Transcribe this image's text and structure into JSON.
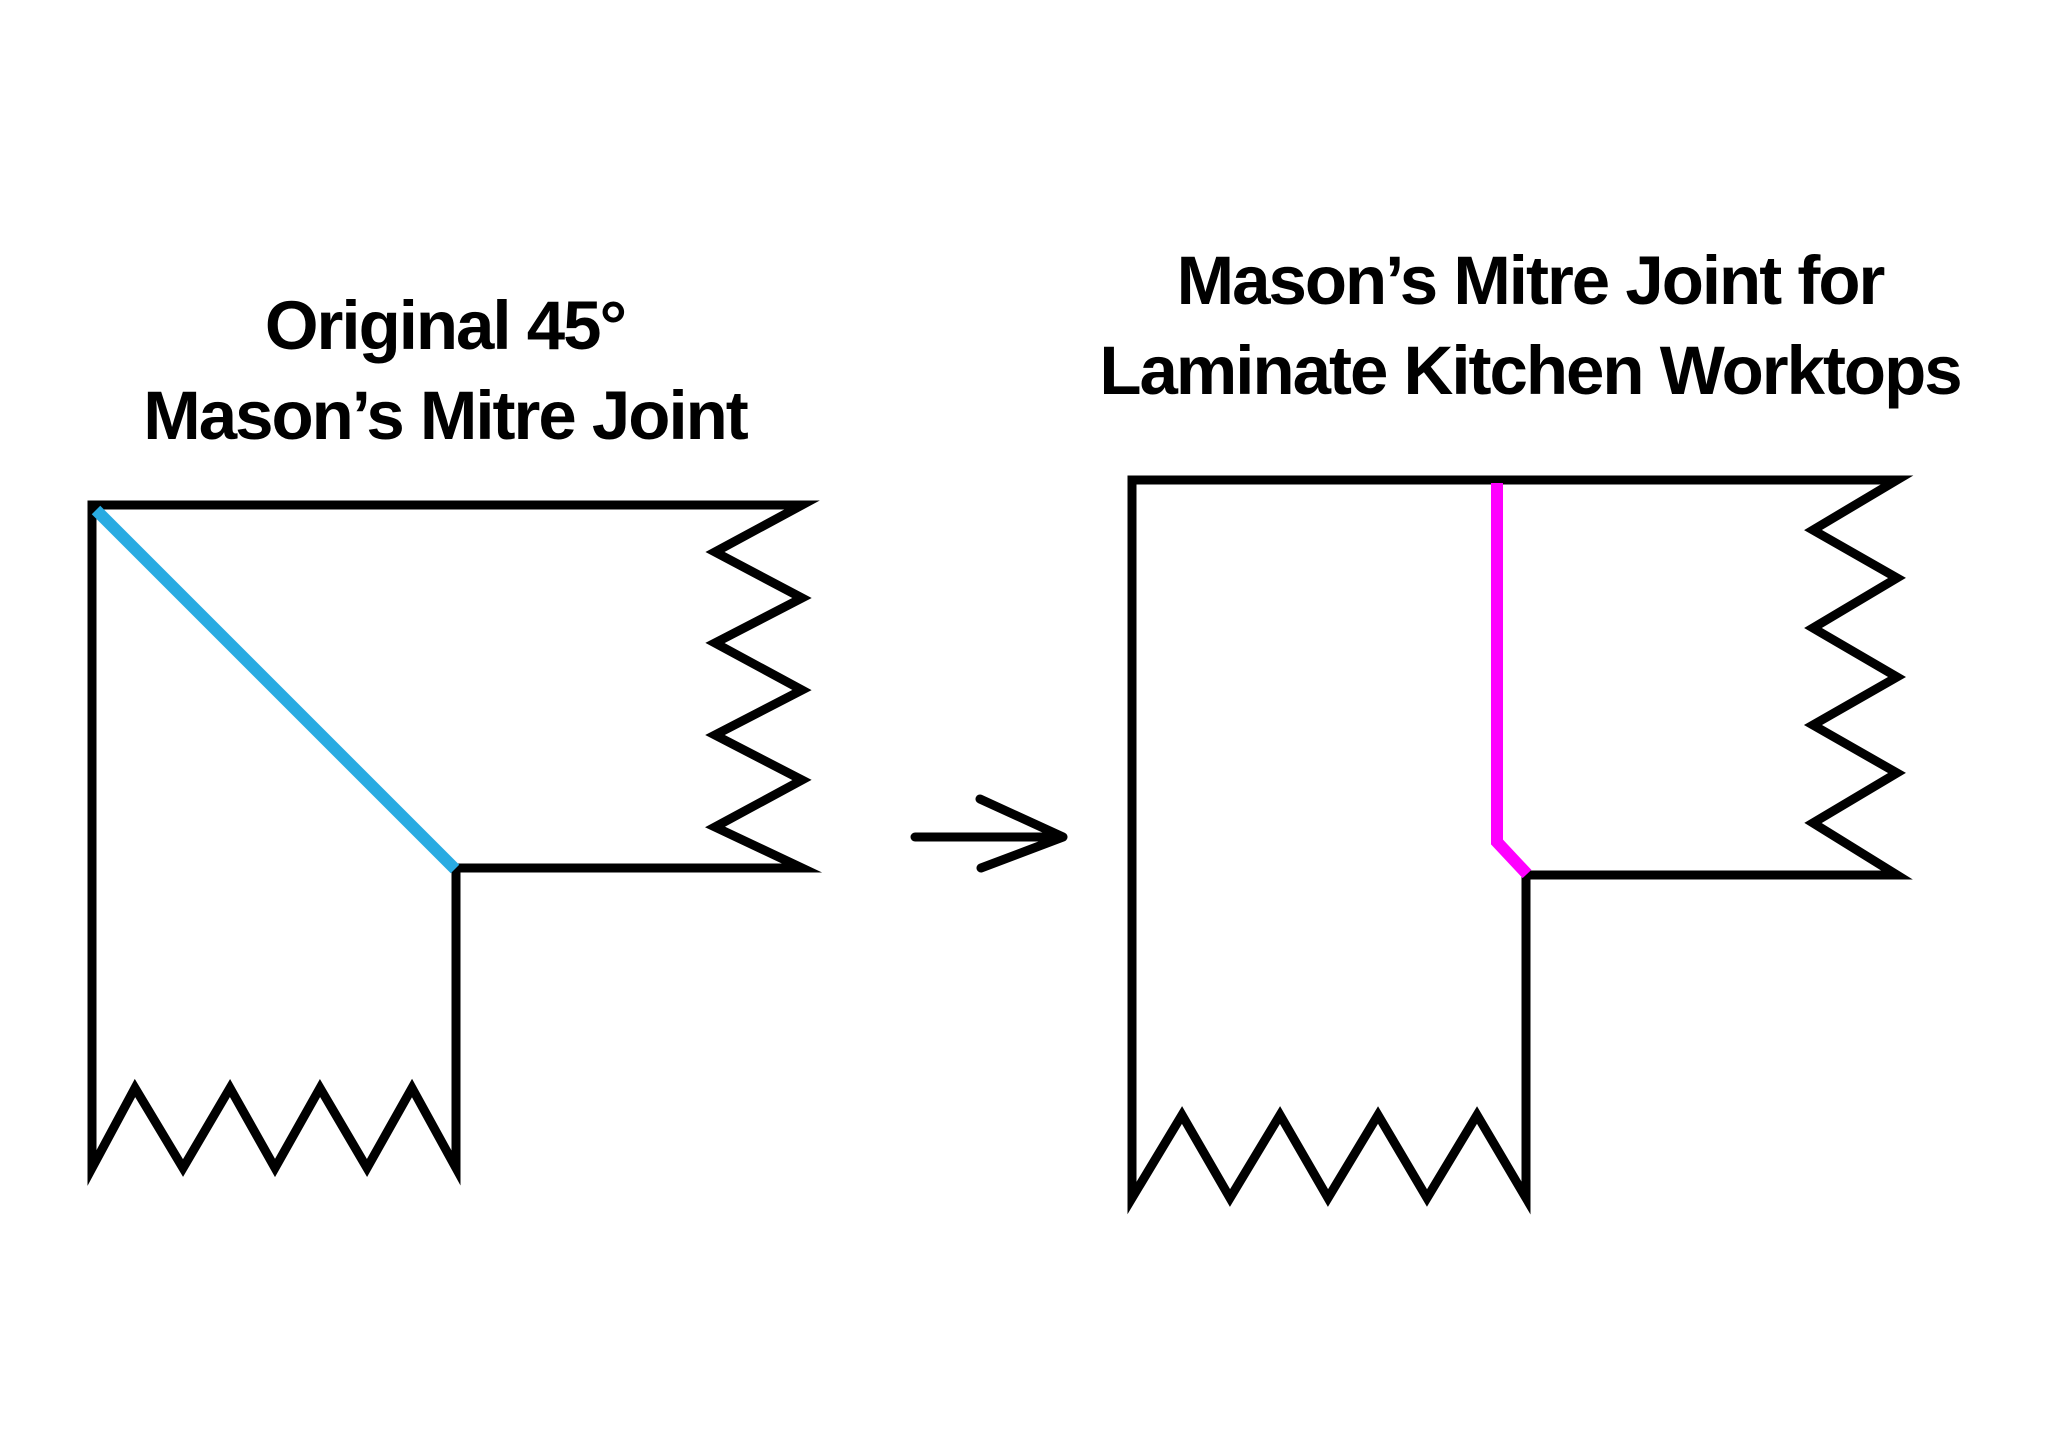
{
  "page": {
    "background": "#FFFFFF"
  },
  "colors": {
    "outline": "#000000",
    "text": "#000000",
    "blue_cut": "#29ABE2",
    "magenta_cut": "#FF00FF"
  },
  "left_diagram": {
    "title_line1": "Original 45°",
    "title_line2": "Mason’s Mitre Joint",
    "cut_line_color": "#29ABE2",
    "cut_description": "45-degree diagonal mitre cut from outer corner to inner corner",
    "broken_edge_style": "zigzag"
  },
  "right_diagram": {
    "title_line1": "Mason’s Mitre Joint for",
    "title_line2": "Laminate Kitchen Worktops",
    "cut_line_color": "#FF00FF",
    "cut_description": "Mostly straight cut along worktop with short 45-degree chamfer into inner corner",
    "broken_edge_style": "zigzag"
  },
  "arrow": {
    "meaning": "transforms-into",
    "direction": "right"
  }
}
